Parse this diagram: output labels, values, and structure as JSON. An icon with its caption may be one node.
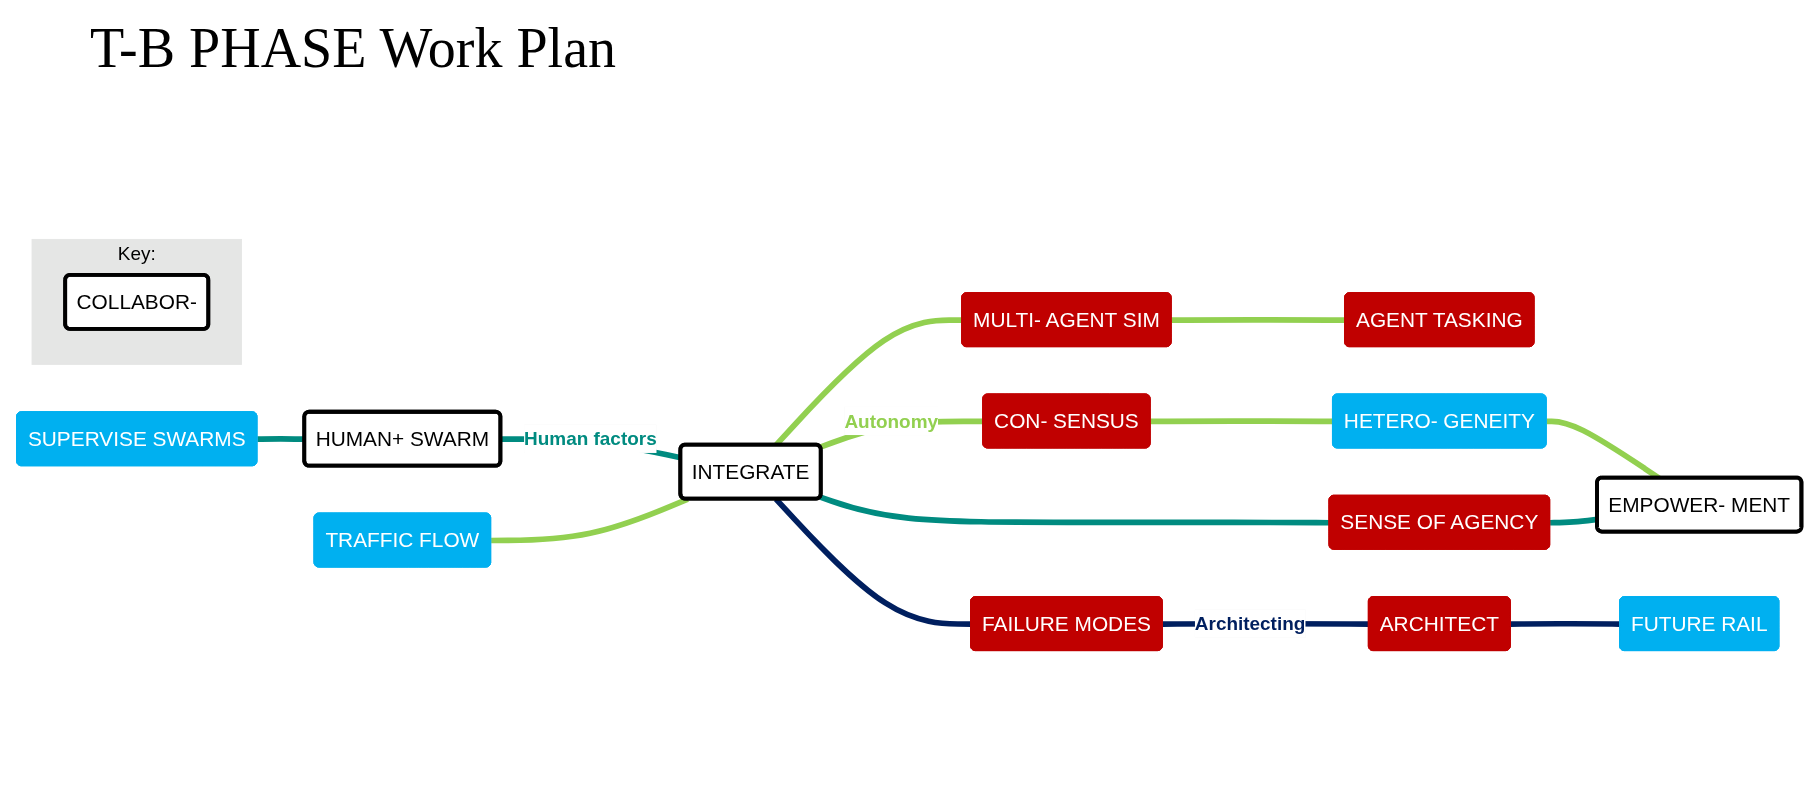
{
  "diagram": {
    "title": "T-B PHASE Work Plan",
    "nodes": [
      {
        "text": [
          "AGENT TASKING"
        ]
      },
      {
        "text": [
          "SUPERVISE SWARMS"
        ]
      },
      {
        "text": [
          "TRAFFIC FLOW"
        ]
      },
      {
        "text": [
          "MULTI- AGENT SIM"
        ]
      },
      {
        "text": [
          "CON- SENSUS"
        ]
      },
      {
        "text": [
          "HUMAN+ SWARM"
        ]
      },
      {
        "text": [
          "HETERO- GENEITY"
        ]
      },
      {
        "text": [
          "INTEGRATE"
        ]
      },
      {
        "text": [
          "SENSE OF AGENCY"
        ]
      },
      {
        "text": [
          "EMPOWER- MENT"
        ]
      },
      {
        "text": [
          "FAILURE MODES"
        ]
      },
      {
        "text": [
          "FUTURE RAIL"
        ]
      },
      {
        "text": [
          "ARCHITECT"
        ]
      },
      {
        "text": [
          "Key:"
        ]
      },
      {
        "text": [
          "COLLABOR-"
        ],
        "in": 13
      }
    ],
    "edges": [
      {
        "from": 1,
        "to": 5,
        "arrow": "none",
        "color": "#008b80"
      },
      {
        "from": 5,
        "to": 7,
        "arrow": "none",
        "label": "Human factors",
        "color": "#008b80"
      },
      {
        "from": 2,
        "to": 7,
        "arrow": "none",
        "color": "#92d050"
      },
      {
        "from": 7,
        "to": 3,
        "arrow": "none",
        "color": "#92d050"
      },
      {
        "from": 3,
        "to": 0,
        "arrow": "none",
        "color": "#92d050"
      },
      {
        "from": 7,
        "to": 4,
        "arrow": "none",
        "label": "Autonomy",
        "color": "#92d050"
      },
      {
        "from": 4,
        "to": 6,
        "arrow": "none",
        "color": "#92d050"
      },
      {
        "from": 6,
        "to": 9,
        "arrow": "none",
        "color": "#92d050"
      },
      {
        "from": 7,
        "to": 8,
        "arrow": "none",
        "color": "#008b80"
      },
      {
        "from": 8,
        "to": 9,
        "arrow": "none",
        "color": "#008b80"
      },
      {
        "from": 7,
        "to": 10,
        "arrow": "none",
        "color": "#001f5f"
      },
      {
        "from": 10,
        "to": 12,
        "arrow": "none",
        "label": "Architecting",
        "color": "#001f5f"
      },
      {
        "from": 12,
        "to": 11,
        "arrow": "none",
        "color": "#001f5f"
      }
    ]
  }
}
